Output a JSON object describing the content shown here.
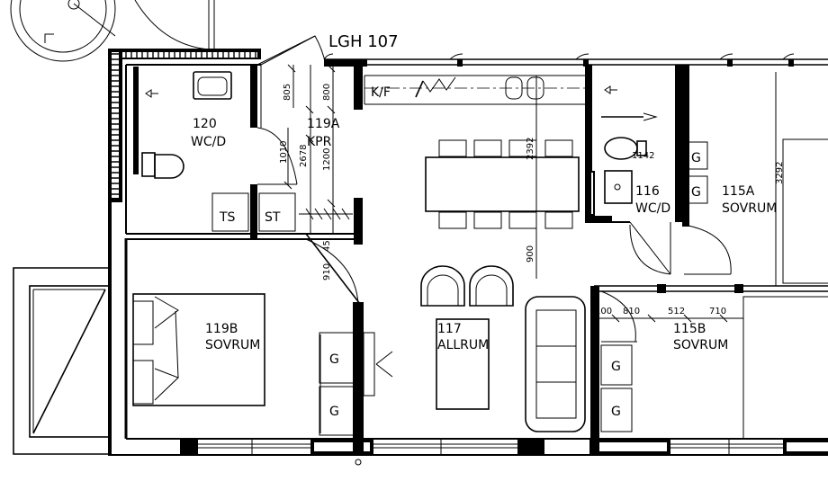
{
  "plan": {
    "title": "LGH 107",
    "rooms": {
      "wc120": {
        "number": "120",
        "name": "WC/D"
      },
      "kpr119a": {
        "number": "119A",
        "name": "KPR"
      },
      "wc116": {
        "number": "116",
        "name": "WC/D"
      },
      "sov115a": {
        "number": "115A",
        "name": "SOVRUM"
      },
      "sov119b": {
        "number": "119B",
        "name": "SOVRUM"
      },
      "allrum117": {
        "number": "117",
        "name": "ALLRUM"
      },
      "sov115b": {
        "number": "115B",
        "name": "SOVRUM"
      }
    },
    "labels": {
      "kitchen": "K/F",
      "ts": "TS",
      "st": "ST",
      "g": "G"
    },
    "dimensions": {
      "d805": "805",
      "d800": "800",
      "d1010": "1010",
      "d2678": "2678",
      "d1200": "1200",
      "d2392": "2392",
      "d1142": "1142",
      "d3292": "3292",
      "d45": "45",
      "d910": "910",
      "d900": "900",
      "d100": "100",
      "d810": "810",
      "d512": "512",
      "d710": "710"
    }
  }
}
